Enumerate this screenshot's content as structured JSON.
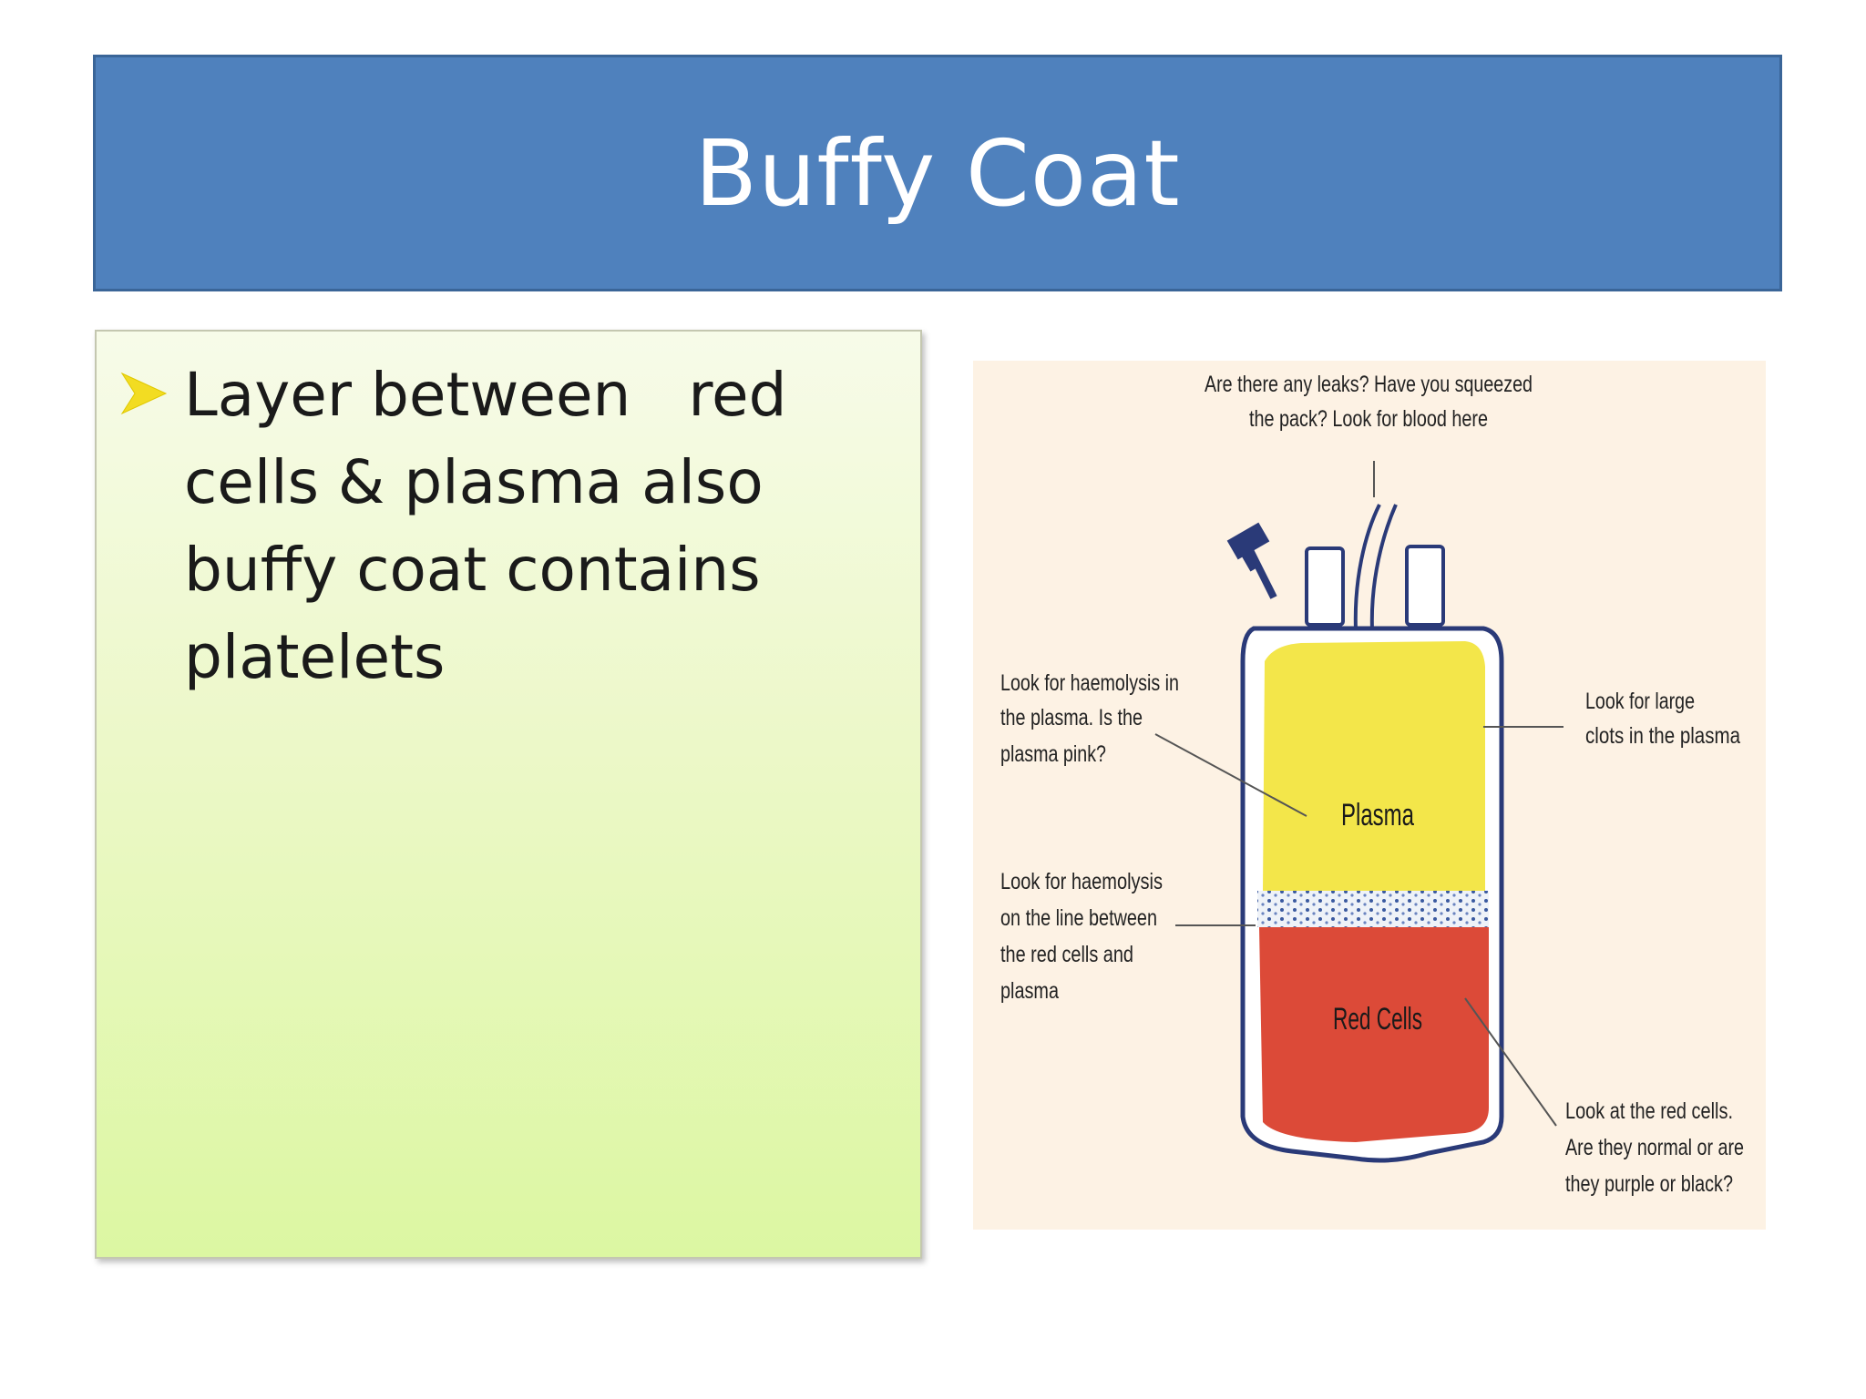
{
  "slide": {
    "title": "Buffy Coat",
    "bullet_text": "Layer between   red cells & plasma also buffy coat contains platelets",
    "bullet_icon": "arrowhead-bullet-icon",
    "colors": {
      "title_bar": "#4f81bd",
      "bullet": "#f2dc22"
    }
  },
  "diagram": {
    "callouts": {
      "top": "Are there any leaks? Have you squeezed the pack? Look for blood here",
      "left_plasma": "Look for haemolysis in the plasma. Is the plasma pink?",
      "right_plasma": "Look for large clots in the plasma",
      "left_line": "Look for haemolysis on the line between the red cells and plasma",
      "bottom_right": "Look at the red cells. Are they normal or are they purple or black?"
    },
    "labels": {
      "plasma": "Plasma",
      "red_cells": "Red Cells"
    }
  }
}
